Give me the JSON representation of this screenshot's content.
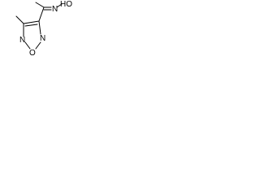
{
  "molecule": {
    "atoms": {
      "oxime_oh_label": "HO",
      "oxime_n_label": "N",
      "ring_n_left_label": "N",
      "ring_o_label": "O",
      "ring_n_right_label": "N"
    },
    "colors": {
      "bond": "#000000",
      "text": "#000000",
      "background": "#ffffff"
    }
  }
}
